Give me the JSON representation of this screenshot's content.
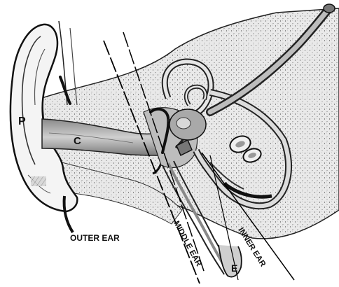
{
  "labels": {
    "p": "P",
    "c": "C",
    "e": "E",
    "outer_ear": "OUTER EAR",
    "middle_ear": "MIDDLE EAR",
    "inner_ear": "INNER EAR"
  }
}
